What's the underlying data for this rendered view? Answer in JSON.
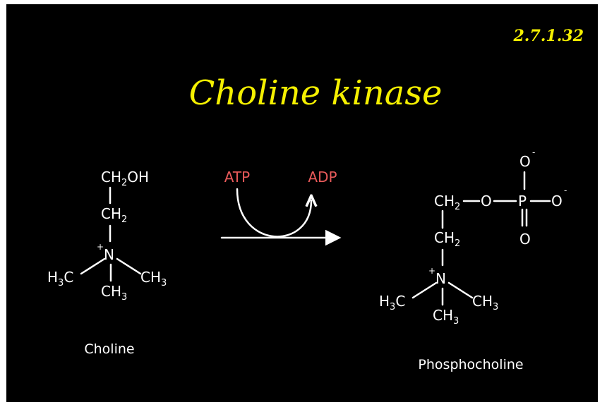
{
  "ec_number": "2.7.1.32",
  "title": "Choline kinase",
  "colors": {
    "background": "#000000",
    "title": "#f5f000",
    "ec_number": "#f5f000",
    "cofactor": "#e85a5a",
    "structure": "#ffffff"
  },
  "reaction": {
    "cofactor_in": "ATP",
    "cofactor_out": "ADP"
  },
  "choline": {
    "name": "Choline",
    "ch2oh_ch": "CH",
    "ch2oh_2": "2",
    "ch2oh_oh": "OH",
    "ch2_ch": "CH",
    "ch2_2": "2",
    "n_plus": "+",
    "n": "N",
    "h3c_left_h": "H",
    "h3c_left_3": "3",
    "h3c_left_c": "C",
    "ch3_right_ch": "CH",
    "ch3_right_3": "3",
    "ch3_bottom_ch": "CH",
    "ch3_bottom_3": "3"
  },
  "phosphocholine": {
    "name": "Phosphocholine",
    "o_top": "O",
    "o_top_charge": "-",
    "ch2_top_ch": "CH",
    "ch2_top_2": "2",
    "o_bridge": "O",
    "p": "P",
    "o_right": "O",
    "o_right_charge": "-",
    "o_bottom": "O",
    "ch2_ch": "CH",
    "ch2_2": "2",
    "n_plus": "+",
    "n": "N",
    "h3c_left_h": "H",
    "h3c_left_3": "3",
    "h3c_left_c": "C",
    "ch3_right_ch": "CH",
    "ch3_right_3": "3",
    "ch3_bottom_ch": "CH",
    "ch3_bottom_3": "3"
  }
}
